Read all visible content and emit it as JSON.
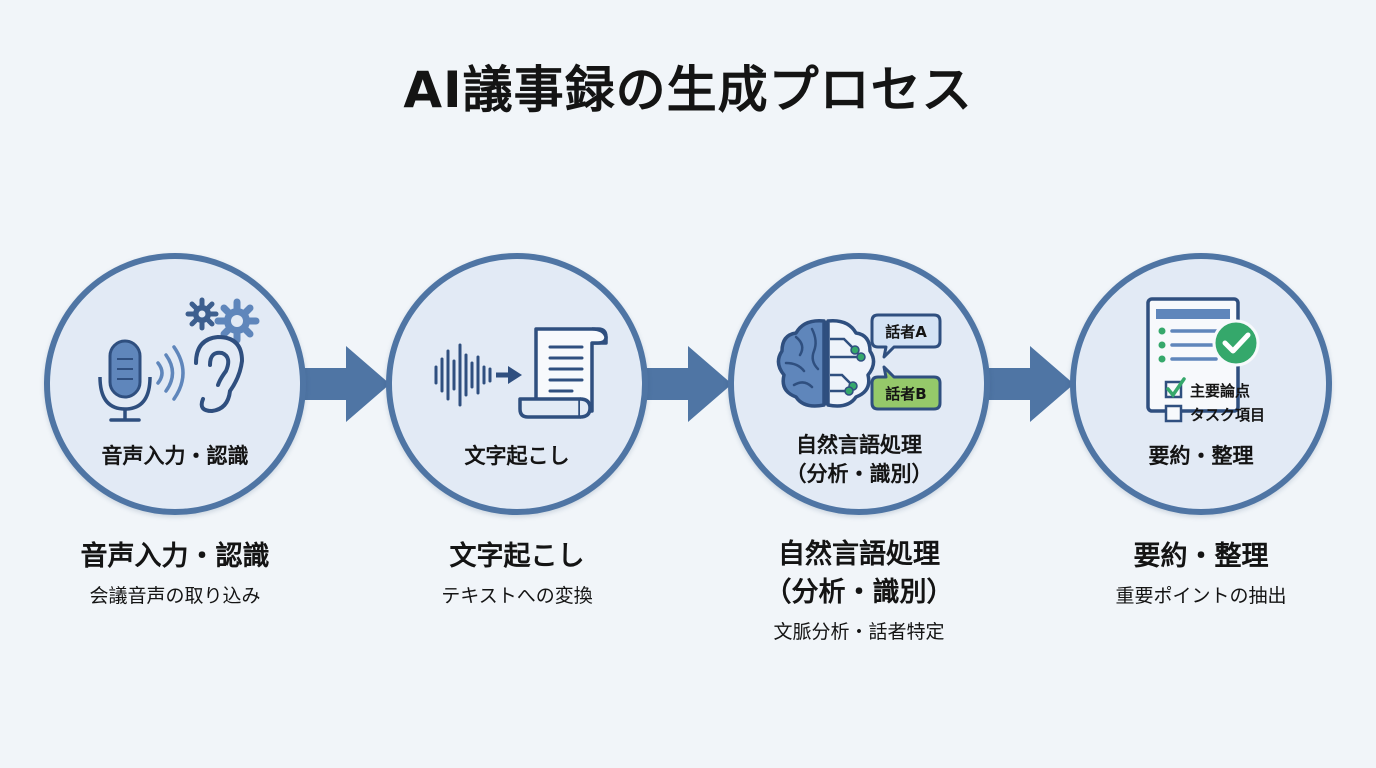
{
  "title": "AI議事録の生成プロセス",
  "colors": {
    "circle_border": "#4f75a4",
    "circle_fill": "#e2eaf5",
    "icon_stroke": "#2f4f7f",
    "icon_fill": "#5f86bb",
    "accent_green": "#35a86b",
    "speaker_b_fill": "#95c96a",
    "arrow": "#4f75a4"
  },
  "steps": [
    {
      "circle_label": "音声入力・認識",
      "title": "音声入力・認識",
      "description": "会議音声の取り込み",
      "icons": [
        "microphone-icon",
        "sound-wave-icon",
        "ear-icon",
        "gears-icon"
      ]
    },
    {
      "circle_label": "文字起こし",
      "title": "文字起こし",
      "description": "テキストへの変換",
      "icons": [
        "waveform-icon",
        "arrow-right-icon",
        "document-scroll-icon"
      ]
    },
    {
      "circle_label_line1": "自然言語処理",
      "circle_label_line2": "（分析・識別）",
      "title_line1": "自然言語処理",
      "title_line2": "（分析・識別）",
      "description": "文脈分析・話者特定",
      "speaker_a": "話者A",
      "speaker_b": "話者B",
      "icons": [
        "brain-circuit-icon",
        "speech-bubble-icon"
      ]
    },
    {
      "circle_label": "要約・整理",
      "title": "要約・整理",
      "description": "重要ポイントの抽出",
      "checklist": [
        "主要論点",
        "タスク項目"
      ],
      "icons": [
        "document-list-icon",
        "check-circle-icon",
        "checkbox-icon"
      ]
    }
  ]
}
